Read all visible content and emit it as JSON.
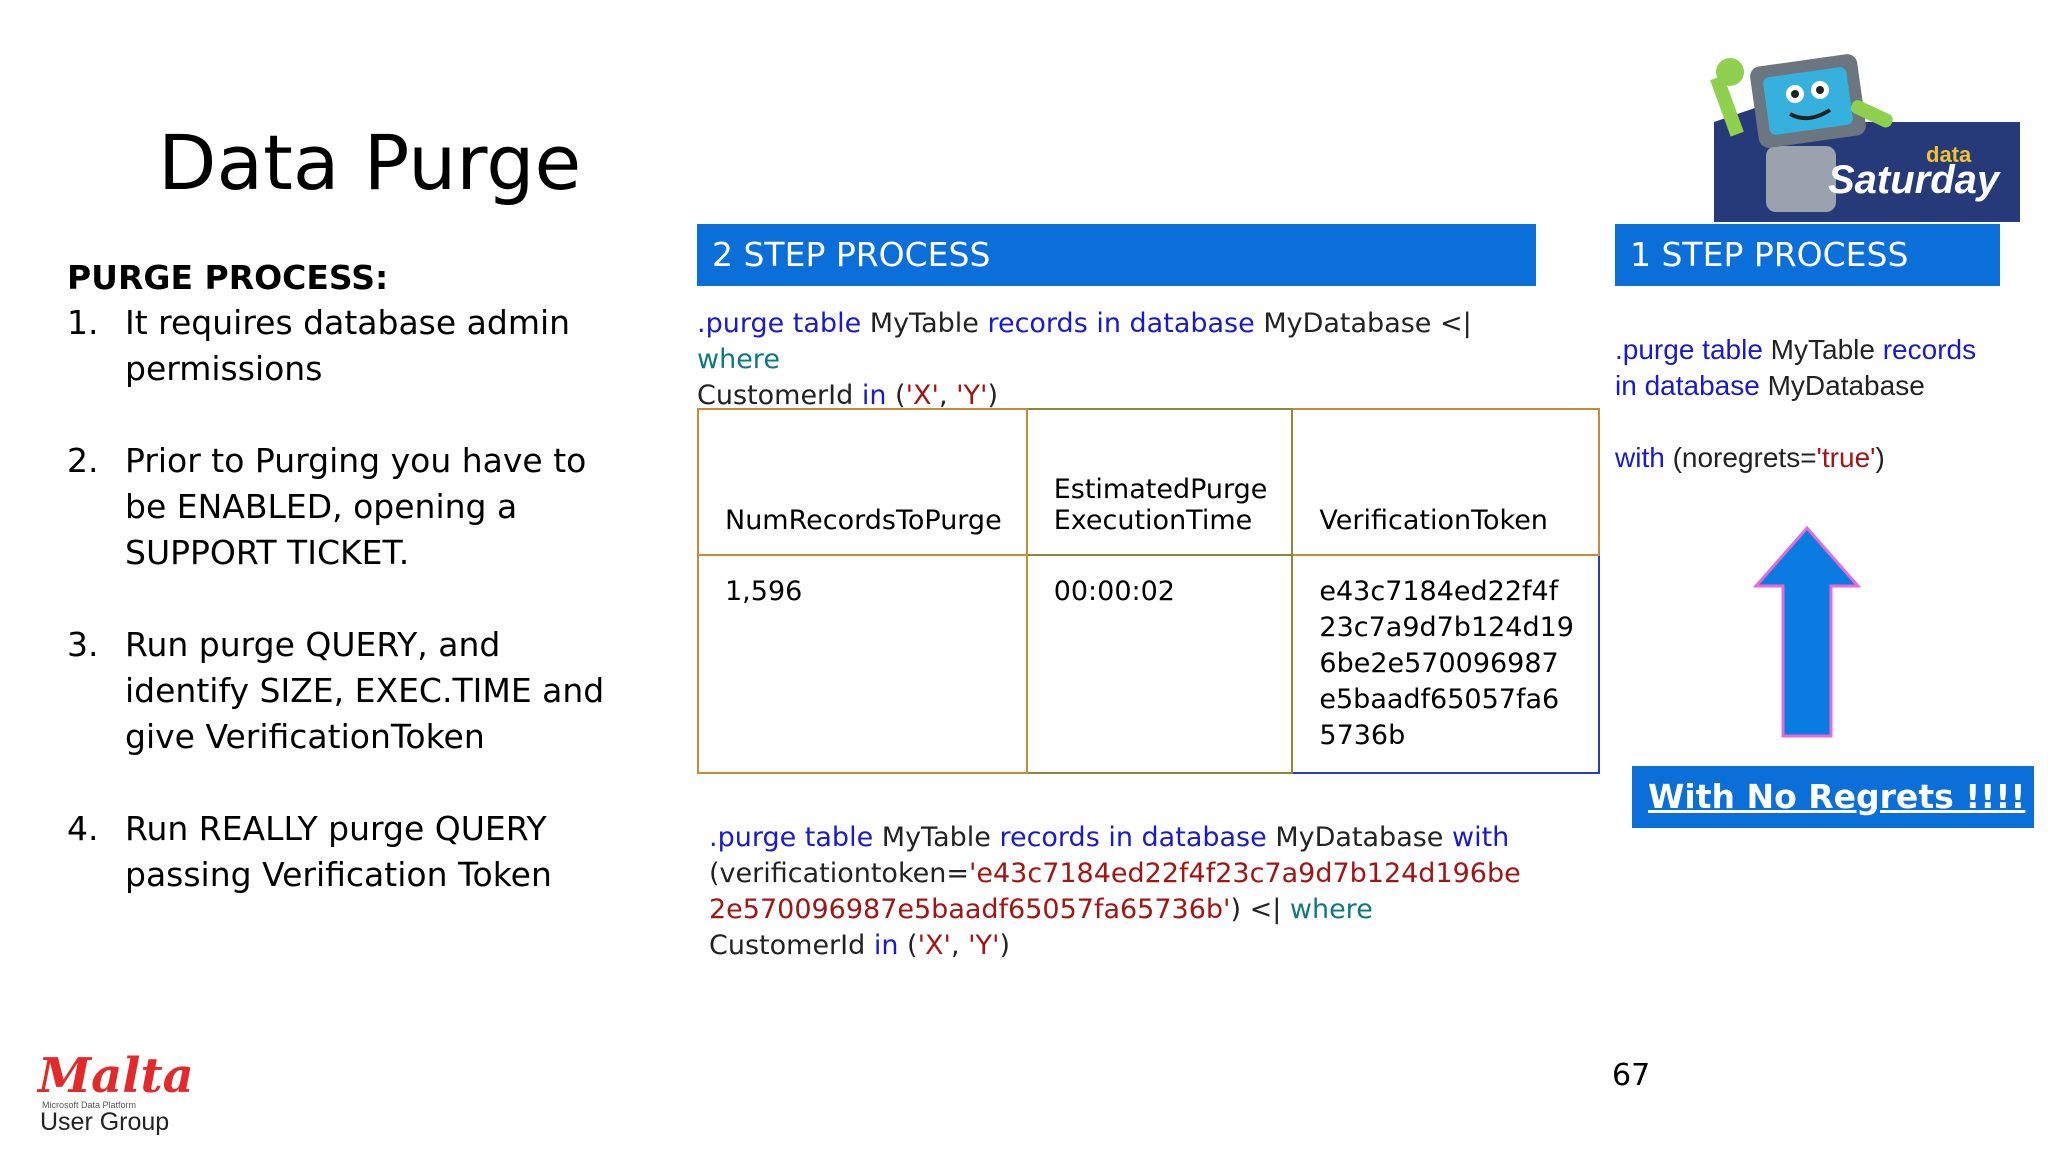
{
  "slide": {
    "title": "Data Purge",
    "page_number": "67"
  },
  "purge_process": {
    "heading": "PURGE PROCESS:",
    "steps": [
      {
        "num": "1.",
        "text": "It requires database admin permissions"
      },
      {
        "num": "2.",
        "text": "Prior to Purging you have to be ENABLED, opening a SUPPORT TICKET."
      },
      {
        "num": "3.",
        "text": "Run purge QUERY, and identify SIZE, EXEC.TIME and give VerificationToken"
      },
      {
        "num": "4.",
        "text": "Run REALLY purge QUERY passing Verification Token"
      }
    ]
  },
  "two_step": {
    "header": "2 STEP PROCESS",
    "query1": {
      "p1": ".purge table",
      "p2": " MyTable ",
      "p3": "records in database",
      "p4": " MyDatabase <| ",
      "p5": "where",
      "p6": "CustomerId ",
      "p7": "in",
      "p8": " (",
      "p9": "'X'",
      "p10": ", ",
      "p11": "'Y'",
      "p12": ")"
    },
    "table": {
      "headers": [
        "NumRecordsToPurge",
        "EstimatedPurge ExecutionTime",
        "VerificationToken"
      ],
      "values": [
        "1,596",
        "00:00:02",
        "e43c7184ed22f4f 23c7a9d7b124d19 6be2e570096987 e5baadf65057fa6 5736b"
      ]
    },
    "query2": {
      "p1": ".purge table",
      "p2": " MyTable ",
      "p3": "records in database",
      "p4": " MyDatabase ",
      "p5": "with",
      "p6": "(verificationtoken=",
      "p7": "'e43c7184ed22f4f23c7a9d7b124d196be2e570096987e5baadf65057fa65736b'",
      "p8": ") <| ",
      "p9": "where",
      "p10": " CustomerId ",
      "p11": "in",
      "p12": " (",
      "p13": "'X'",
      "p14": ", ",
      "p15": "'Y'",
      "p16": ")"
    }
  },
  "one_step": {
    "header": "1 STEP PROCESS",
    "query": {
      "p1": ".purge table",
      "p2": " MyTable ",
      "p3": "records",
      "p4": "in database",
      "p5": " MyDatabase",
      "p6": "with",
      "p7": " (noregrets=",
      "p8": "'true'",
      "p9": ")"
    },
    "banner": "With No Regrets !!!!"
  },
  "logos": {
    "data_saturday_small": "data",
    "data_saturday_big": "Saturday",
    "malta": "Malta",
    "malta_sub": "Microsoft Data Platform",
    "malta_group": "User Group"
  },
  "colors": {
    "header_blue": "#0a6fd9",
    "keyword": "#1a1acb",
    "operator": "#0e7a80",
    "string": "#a31515",
    "malta_red": "#e32a2a"
  }
}
